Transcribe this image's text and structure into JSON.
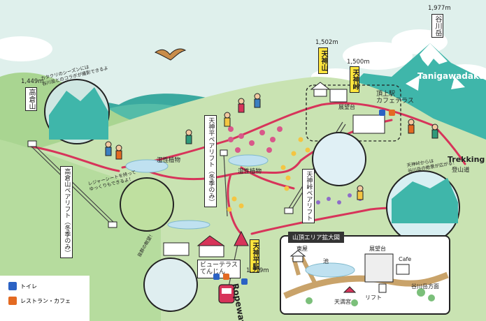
{
  "peaks": {
    "tanigawadake": {
      "name": "谷川岳",
      "elevation": "1,977m",
      "romaji": "Tanigawadake"
    },
    "takakurayama": {
      "name": "高倉山",
      "elevation": "1,449m"
    },
    "tenjinyama": {
      "name": "天神山",
      "elevation": "1,502m"
    },
    "tenjintoge": {
      "name": "天神峠",
      "elevation": "1,500m"
    },
    "tenjindaira": {
      "name": "天神平駅",
      "elevation": "1,319m"
    }
  },
  "labels": {
    "summit_station": "頂上駅\nカフェテラス",
    "observatory": "展望台",
    "tenjindaira_pair_lift": "天神平ペアリフト（冬季のみ）",
    "takakura_pair_lift": "高倉山ペアリフト（冬季のみ）",
    "tenjintoge_pair_lift": "天神峠ペアリフト",
    "wetland_plants_1": "湿性植物",
    "wetland_plants_2": "湿性植物",
    "trekking": "Trekking",
    "trail": "登山道",
    "view_terrace": "ビューテラス\nてんじん",
    "ropeway": "Ropeway",
    "katakuri_note": "カタクリのシーズンには\n谷川岳とのコラボが撮影できるよ",
    "leisure_note": "レジャーシートを持って\nゆっくりもできるよ！",
    "view_note": "抜群の眺望！",
    "summit_note": "天神峠からは\n谷川岳の絶景が広がる！"
  },
  "inset": {
    "title": "山頂エリア拡大図",
    "labels": {
      "azumaya": "東屋",
      "pond": "池",
      "observatory": "展望台",
      "cafe": "Cafe",
      "lift": "リフト",
      "tenmangu": "天満宮",
      "to_tanigawa": "谷川岳方面"
    }
  },
  "legend": {
    "toilet": "トイレ",
    "restaurant": "レストラン・カフェ"
  },
  "colors": {
    "sky": "#dff0ec",
    "mountain_teal": "#3fb6aa",
    "grass_light": "#c9e3b2",
    "grass_mid": "#a8d38f",
    "grass_dark": "#7bbf7a",
    "trail_red": "#d7345a",
    "stamp_yellow": "#ffe53d",
    "toilet_blue": "#2b62c4",
    "restaurant_orange": "#e36a22"
  }
}
